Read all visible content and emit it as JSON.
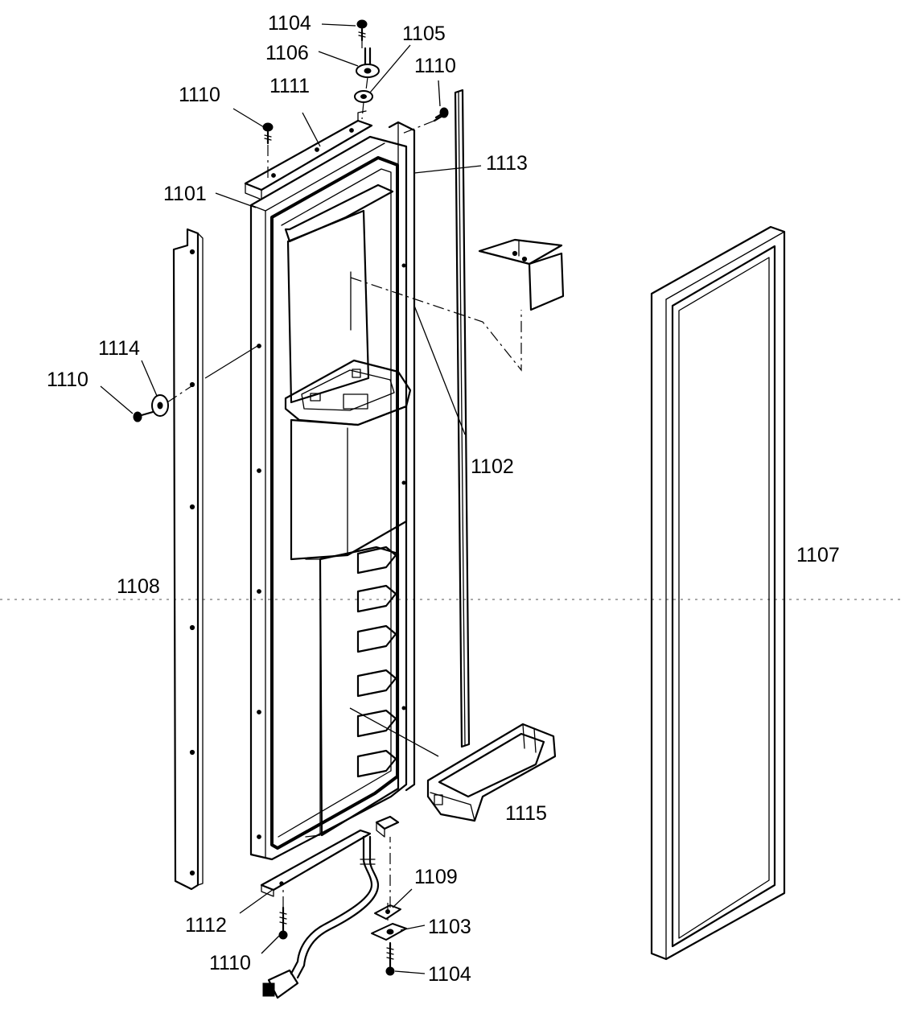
{
  "diagram": {
    "parts": [
      {
        "id": "door-panel",
        "label": "1101"
      },
      {
        "id": "side-strip",
        "label": "1102"
      },
      {
        "id": "bottom-hinge-plate",
        "label": "1103"
      },
      {
        "id": "screw-top",
        "label": "1104"
      },
      {
        "id": "screw-bottom",
        "label": "1104"
      },
      {
        "id": "top-bushing",
        "label": "1105"
      },
      {
        "id": "top-hinge-pin",
        "label": "1106"
      },
      {
        "id": "door-gasket",
        "label": "1107"
      },
      {
        "id": "side-trim",
        "label": "1108"
      },
      {
        "id": "bottom-bushing",
        "label": "1109"
      },
      {
        "id": "screw-cap-top",
        "label": "1110"
      },
      {
        "id": "screw-right-top",
        "label": "1110"
      },
      {
        "id": "screw-left",
        "label": "1110"
      },
      {
        "id": "screw-cap-bottom",
        "label": "1110"
      },
      {
        "id": "top-cap",
        "label": "1111"
      },
      {
        "id": "bottom-cap",
        "label": "1112"
      },
      {
        "id": "door-frame-edge",
        "label": "1113"
      },
      {
        "id": "washer",
        "label": "1114"
      },
      {
        "id": "door-bin",
        "label": "1115"
      }
    ]
  }
}
